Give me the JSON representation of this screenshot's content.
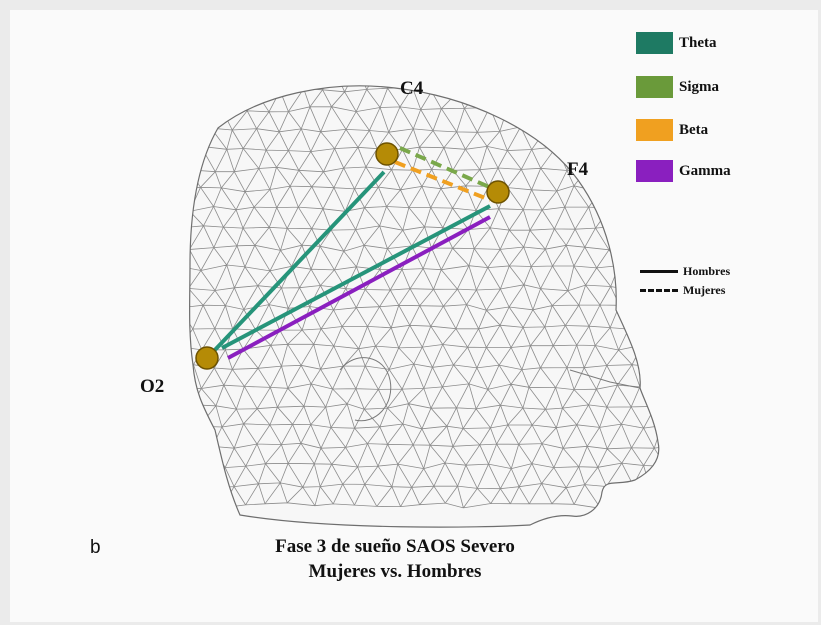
{
  "electrodes": {
    "c4": "C4",
    "f4": "F4",
    "o2": "O2"
  },
  "legend": {
    "bands": [
      {
        "label": "Theta",
        "color": "#1e7a63"
      },
      {
        "label": "Sigma",
        "color": "#6a9a3a"
      },
      {
        "label": "Beta",
        "color": "#f0a020"
      },
      {
        "label": "Gamma",
        "color": "#8a1fbf"
      }
    ],
    "line_styles": {
      "solid": "Hombres",
      "dashed": "Mujeres"
    }
  },
  "connections": [
    {
      "from": "C4",
      "to": "O2",
      "band": "Theta",
      "group": "Hombres"
    },
    {
      "from": "F4",
      "to": "O2",
      "band": "Theta",
      "group": "Hombres"
    },
    {
      "from": "F4",
      "to": "O2",
      "band": "Gamma",
      "group": "Hombres"
    },
    {
      "from": "C4",
      "to": "F4",
      "band": "Sigma",
      "group": "Mujeres"
    },
    {
      "from": "C4",
      "to": "F4",
      "band": "Beta",
      "group": "Mujeres"
    }
  ],
  "panel_letter": "b",
  "caption": {
    "line1": "Fase 3 de sueño SAOS Severo",
    "line2": "Mujeres vs. Hombres"
  },
  "colors": {
    "mesh": "#8c8c8c",
    "electrode_fill": "#b58b06",
    "electrode_stroke": "#6d5200"
  }
}
